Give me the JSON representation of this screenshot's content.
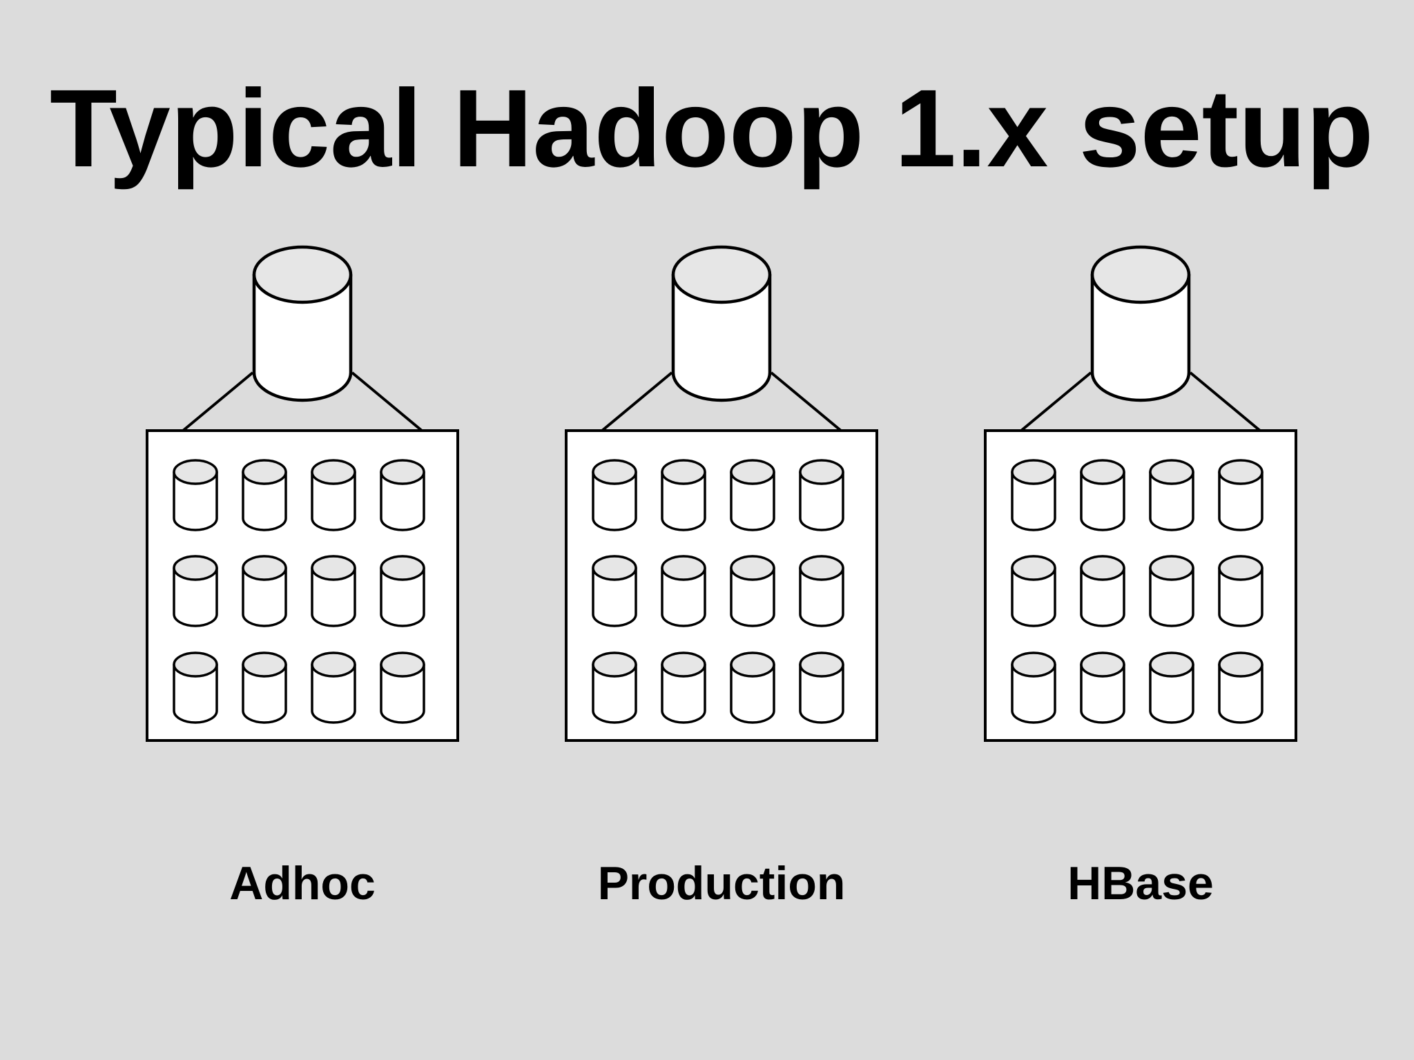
{
  "title": "Typical Hadoop 1.x setup",
  "clusters": [
    {
      "label": "Adhoc",
      "node_rows": 3,
      "node_columns": 4
    },
    {
      "label": "Production",
      "node_rows": 3,
      "node_columns": 4
    },
    {
      "label": "HBase",
      "node_rows": 3,
      "node_columns": 4
    }
  ],
  "colors": {
    "background": "#dcdcdc",
    "box_fill": "#ffffff",
    "cylinder_top": "#e6e6e6",
    "stroke": "#000000"
  },
  "icons": {
    "master": "database-cylinder-icon",
    "node": "disk-cylinder-icon"
  }
}
